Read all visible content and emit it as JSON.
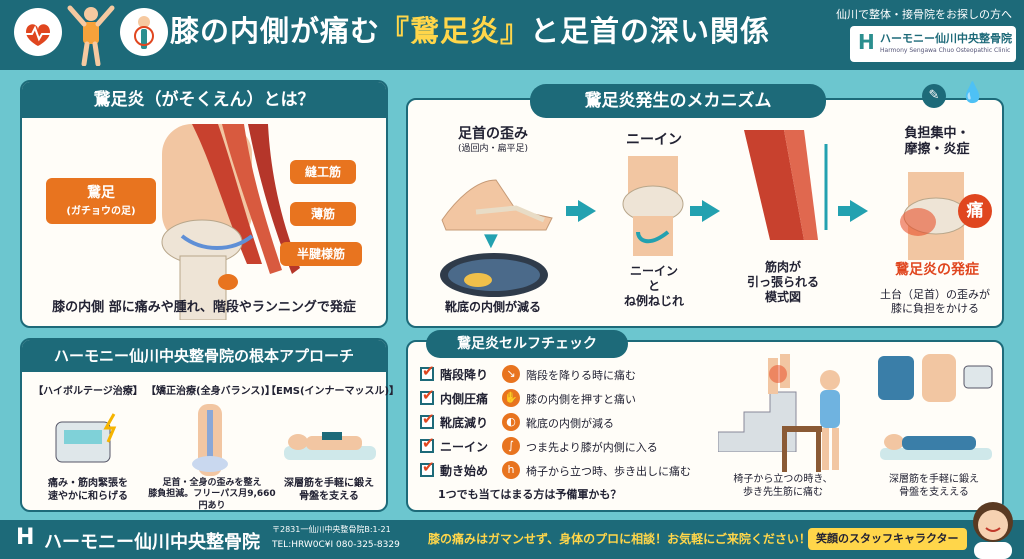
{
  "header": {
    "title_pre": "膝の内側が痛む",
    "title_hl": "『鵞足炎』",
    "title_post": "と足首の深い関係",
    "subtitle": "仙川で整体・接骨院をお探しの方へ",
    "logo_mark": "H",
    "logo_name": "ハーモニー仙川中央整骨院",
    "logo_en": "Harmony Sengawa Chuo Osteopathic Clinic"
  },
  "what": {
    "title": "鵞足炎（がそくえん）とは？",
    "pes_label": "鵞足",
    "pes_sub": "(ガチョウの足)",
    "muscles": [
      "縫工筋",
      "薄筋",
      "半腱様筋"
    ],
    "caption": "膝の内側 部に痛みや腫れ、階段やランニングで発症"
  },
  "mechanism": {
    "title": "鵞足炎発生のメカニズム",
    "step1_title": "足首の歪み",
    "step1_sub": "(過回内・扁平足)",
    "step1_caption": "靴底の内側が減る",
    "step2_title": "ニーイン",
    "step2_caption": "ニーイン\nと\nね例ねじれ",
    "step3_caption": "筋肉が\n引っ張られる\n模式図",
    "step4_title": "負担集中・\n摩擦・炎症",
    "step4_pain": "痛",
    "step4_result": "鵞足炎の発症",
    "step4_caption": "土台（足首）の歪みが\n膝に負担をかける"
  },
  "approach": {
    "title": "ハーモニー仙川中央整骨院の根本アプローチ",
    "items": [
      {
        "head": "【ハイボルテージ治療】",
        "caption": "痛み・筋肉緊張を\n速やかに和らげる"
      },
      {
        "head": "【矯正治療(全身バランス)】",
        "caption": "足首・全身の歪みを整え\n膝負担減。フリーパス月9,660円あり"
      },
      {
        "head": "【EMS(インナーマッスル)】",
        "caption": "深層筋を手軽に鍛え\n骨盤を支える"
      }
    ]
  },
  "check": {
    "title": "鵞足炎セルフチェック",
    "items": [
      {
        "name": "階段降り",
        "icon": "↘",
        "desc": "階段を降りる時に痛む"
      },
      {
        "name": "内側圧痛",
        "icon": "✋",
        "desc": "膝の内側を押すと痛い"
      },
      {
        "name": "靴底減り",
        "icon": "◐",
        "desc": "靴底の内側が減る"
      },
      {
        "name": "ニーイン",
        "icon": "∫",
        "desc": "つま先より膝が内側に入る"
      },
      {
        "name": "動き始め",
        "icon": "h",
        "desc": "椅子から立つ時、歩き出しに痛む"
      }
    ],
    "note": "1つでも当てはまる方は予備軍かも？",
    "fig1_caption": "椅子から立つの時き、\n歩き先生筋に痛む",
    "fig2_caption": "深層筋を手軽に鍛え\n骨盤を支ええる"
  },
  "footer": {
    "logo_mark": "H",
    "name": "ハーモニー仙川中央整骨院",
    "address": "〒2831一仙川中央整骨院B:1-21",
    "tel": "TEL:HRW0C¥I 080-325-8329",
    "message": "膝の痛みはガマンせず、身体のプロに相談！お気軽にご来院ください！",
    "staff": "笑顔のスタッフキャラクター"
  }
}
